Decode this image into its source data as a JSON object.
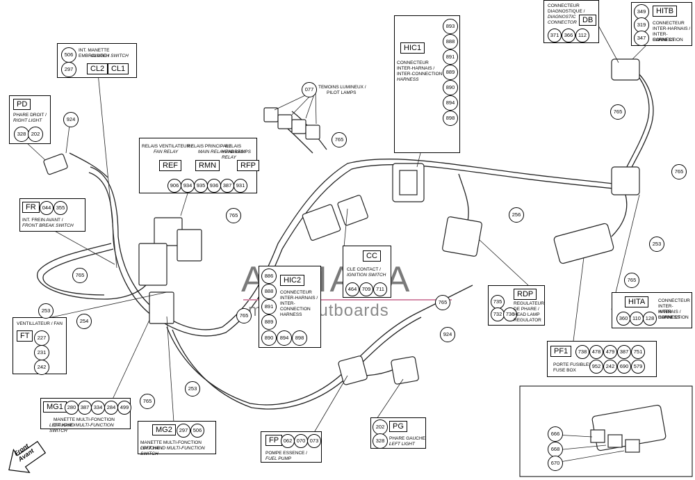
{
  "doc_id": "28T0801a-02a",
  "watermark": {
    "brand": "ARMADA",
    "sub": "marine outboards"
  },
  "boxes": {
    "CL": {
      "line1": "INT. MANETTE EMBRAYAGE /",
      "line2": "CLUTCH SWITCH",
      "nums": [
        "506",
        "297"
      ],
      "codes": [
        "CL2",
        "CL1"
      ]
    },
    "PD": {
      "code": "PD",
      "line1": "PHARE DROIT /",
      "line2": "RIGHT LIGHT",
      "nums": [
        "328",
        "202"
      ]
    },
    "relays": {
      "ref_l1": "RELAIS VENTILATEUR /",
      "ref_l2": "FAN RELAY",
      "rmn_l1": "RELAIS PRINCIPAL /",
      "rmn_l2": "MAIN RELAY",
      "rfp_l1": "RELAIS PHARES /",
      "rfp_l2": "HEAD LAMPS RELAY",
      "codes": [
        "REF",
        "RMN",
        "RFP"
      ],
      "nums": [
        "906",
        "934",
        "935",
        "936",
        "387",
        "931"
      ]
    },
    "FR": {
      "code": "FR",
      "nums": [
        "044",
        "355"
      ],
      "line1": "INT. FREIN AVANT /",
      "line2": "FRONT BREAK SWITCH"
    },
    "FT": {
      "line1": "VENTILLATEUR / FAN",
      "code": "FT",
      "nums": [
        "227",
        "231",
        "242"
      ]
    },
    "MG1": {
      "code": "MG1",
      "nums": [
        "280",
        "387",
        "334",
        "284",
        "499"
      ],
      "line1": "MANETTE MULTI-FONCTION GAUCHE /",
      "line2": "LEFT HAND MULTI-FUNCTION SWITCH"
    },
    "MG2": {
      "code": "MG2",
      "nums": [
        "297",
        "506"
      ],
      "line1": "MANETTE MULTI-FONCTION GAUCHE /",
      "line2": "LEFT HAND MULTI-FUNCTION SWITCH"
    },
    "FP": {
      "code": "FP",
      "nums": [
        "062",
        "070",
        "073"
      ],
      "line1": "POMPE ESSENCE /",
      "line2": "FUEL PUMP"
    },
    "PG": {
      "code": "PG",
      "nums": [
        "202",
        "328"
      ],
      "line1": "PHARE GAUCHE /",
      "line2": "LEFT LIGHT"
    },
    "HIC1": {
      "code": "HIC1",
      "line1": "CONNECTEUR",
      "line2": "INTER-HARNAIS /",
      "line3": "INTER-CONNECTION",
      "line4": "HARNESS",
      "nums": [
        "893",
        "888",
        "891",
        "889",
        "890",
        "894",
        "898"
      ]
    },
    "HIC2": {
      "code": "HIC2",
      "line1": "CONNECTEUR",
      "line2": "INTER-HARNAIS /",
      "line3": "INTER-",
      "line4": "CONNECTION",
      "line5": "HARNESS",
      "nums": [
        "886",
        "888",
        "891",
        "889",
        "890",
        "894",
        "898"
      ]
    },
    "CC": {
      "code": "CC",
      "line1": "CLE CONTACT /",
      "line2": "IGNITION SWITCH",
      "nums": [
        "464",
        "709",
        "711"
      ]
    },
    "DB": {
      "line1": "CONNECTEUR",
      "line2": "DIAGNOSTIQUE /",
      "line3": "DIAGNOSTIC",
      "line4": "CONNECTOR",
      "code": "DB",
      "nums": [
        "371",
        "366",
        "112"
      ]
    },
    "HITB": {
      "code": "HITB",
      "nums": [
        "349",
        "319",
        "347"
      ],
      "line1": "CONNECTEUR",
      "line2": "INTER-HARNAIS /",
      "line3": "INTER-CONNECTION",
      "line4": "HARNESS"
    },
    "RDP": {
      "code": "RDP",
      "nums": [
        "735",
        "732",
        "736"
      ],
      "line1": "REGULATEUR",
      "line2": "DE PHARE /",
      "line3": "HEAD LAMP",
      "line4": "REGULATOR"
    },
    "HITA": {
      "code": "HITA",
      "nums": [
        "360",
        "110",
        "128"
      ],
      "line1": "CONNECTEUR",
      "line2": "INTER-HARNAIS /",
      "line3": "INTER-CONNECTION",
      "line4": "HARNESS"
    },
    "PF1": {
      "code": "PF1",
      "nums_top": [
        "738",
        "478",
        "479",
        "387",
        "751"
      ],
      "nums_bot": [
        "952",
        "242",
        "690",
        "579"
      ],
      "line1": "PORTE FUSIBLES /",
      "line2": "FUSE BOX"
    },
    "pilot": {
      "num": "077",
      "line1": "TEMOINS LUMINEUX /",
      "line2": "PILOT LAMPS"
    }
  },
  "wire_numbers": {
    "n924a": "924",
    "n765a": "765",
    "n765b": "765",
    "n765c": "765",
    "n765d": "765",
    "n765e": "765",
    "n765f": "765",
    "n765g": "765",
    "n765h": "765",
    "n765i": "765",
    "n253a": "253",
    "n254": "254",
    "n253b": "253",
    "n253c": "253",
    "n256": "256",
    "n924b": "924"
  },
  "detail_numbers": [
    "666",
    "668",
    "670"
  ],
  "front_arrow": {
    "line1": "Front",
    "line2": "Avant"
  }
}
